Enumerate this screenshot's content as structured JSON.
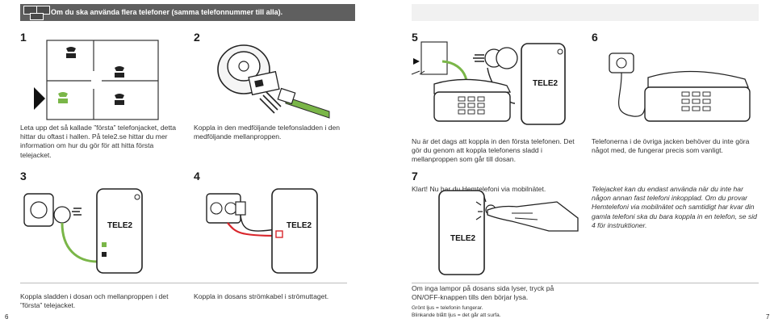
{
  "banner": {
    "title": "Om du ska använda flera telefoner (samma telefonnummer till alla)."
  },
  "steps": [
    {
      "number": "1",
      "text": "Leta upp det så kallade ”första” telefonjacket, detta hittar du oftast i hallen. På tele2.se hittar du mer information om hur du gör för att hitta första telejacket."
    },
    {
      "number": "2",
      "text": "Koppla in den medföljande telefonsladden i den medföljande mellanproppen."
    },
    {
      "number": "3",
      "text": "Koppla sladden i dosan och mellanproppen i det ”första” telejacket."
    },
    {
      "number": "4",
      "text": "Koppla in dosans strömkabel i strömuttaget."
    },
    {
      "number": "5",
      "text": "Nu är det dags att koppla in den första telefonen. Det gör du genom att koppla telefonens sladd i mellanproppen som går till dosan."
    },
    {
      "number": "6",
      "text": "Telefonerna i de övriga jacken behöver du inte göra något med, de fungerar precis som vanligt."
    },
    {
      "number": "7",
      "text": "Klart! Nu har du Hemtelefoni via mobilnätet."
    }
  ],
  "note_italic": "Telejacket kan du endast använda när du inte har någon annan fast telefoni inkopplad. Om du provar Hemtelefoni via mobilnätet och samtidigt har kvar din gamla telefoni ska du bara koppla in en telefon, se sid 4  för instruktioner.",
  "lamp_text": "Om inga lampor på dosans sida lyser, tryck på ON/OFF-knappen tills den börjar lysa.",
  "legend": {
    "green": "Grönt ljus = telefonin fungerar.",
    "blue": "Blinkande blått ljus = det går att surfa."
  },
  "brand": "TELE2",
  "pages": {
    "left": "6",
    "right": "7"
  },
  "colors": {
    "green": "#7ab648",
    "red": "#d9262c",
    "dark": "#2b2b2b",
    "banner": "#5f5f5f"
  }
}
